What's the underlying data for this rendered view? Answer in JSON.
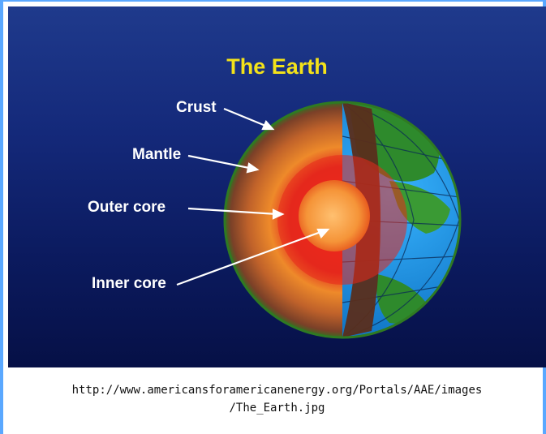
{
  "diagram": {
    "title": "The Earth",
    "labels": {
      "crust": "Crust",
      "mantle": "Mantle",
      "outer_core": "Outer core",
      "inner_core": "Inner core"
    }
  },
  "caption": {
    "line1": "http://www.americansforamericanenergy.org/Portals/AAE/images",
    "line2": "/The_Earth.jpg"
  },
  "colors": {
    "title": "#f3e21a",
    "label": "#ffffff",
    "frame": "#5aa8ff",
    "ocean": "#1fa0e8",
    "land": "#2e8a2c"
  }
}
